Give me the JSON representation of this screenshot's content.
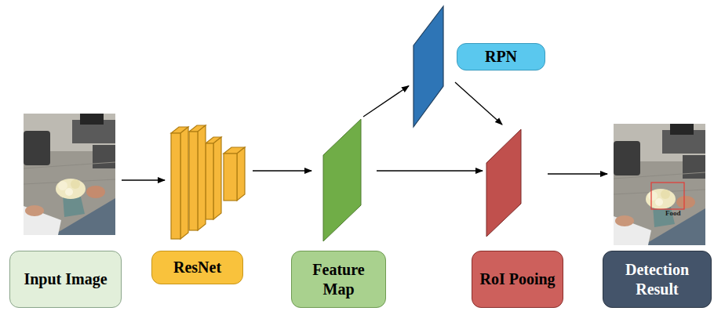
{
  "diagram": {
    "nodes": [
      {
        "text": [
          "Input Image"
        ]
      },
      {
        "text": [
          "ResNet"
        ]
      },
      {
        "text": [
          "Feature Map"
        ]
      },
      {
        "text": [
          "RPN"
        ]
      },
      {
        "text": [
          "RoI Pooing"
        ]
      },
      {
        "text": [
          "Detection Result"
        ]
      }
    ],
    "edges": [
      {
        "from": 0,
        "to": 1,
        "arrow": "to"
      },
      {
        "from": 1,
        "to": 2,
        "arrow": "to"
      },
      {
        "from": 2,
        "to": 3,
        "arrow": "to"
      },
      {
        "from": 3,
        "to": 4,
        "arrow": "to"
      },
      {
        "from": 2,
        "to": 4,
        "arrow": "to"
      },
      {
        "from": 4,
        "to": 5,
        "arrow": "to"
      }
    ],
    "labels": [
      "Food"
    ]
  }
}
